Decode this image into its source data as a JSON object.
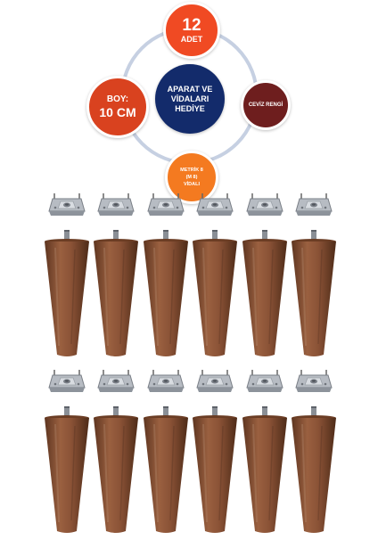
{
  "badges": {
    "quantity_number": "12",
    "quantity_unit": "ADET",
    "height_label": "BOY:",
    "height_value": "10 CM",
    "center_line1": "APARAT VE",
    "center_line2": "VİDALARI",
    "center_line3": "HEDİYE",
    "color_label": "CEVİZ RENGİ",
    "screw_line1": "METRİK 8",
    "screw_line2": "(M 8)",
    "screw_line3": "VİDALI"
  },
  "colors": {
    "orange_red": "#f04a23",
    "navy": "#132b6b",
    "walnut_badge": "#6e1e1e",
    "orange": "#f47a20",
    "ring": "#c6d0e2",
    "wood": "#8a5236"
  },
  "product": {
    "rows": 2,
    "legs_per_row": 6
  }
}
